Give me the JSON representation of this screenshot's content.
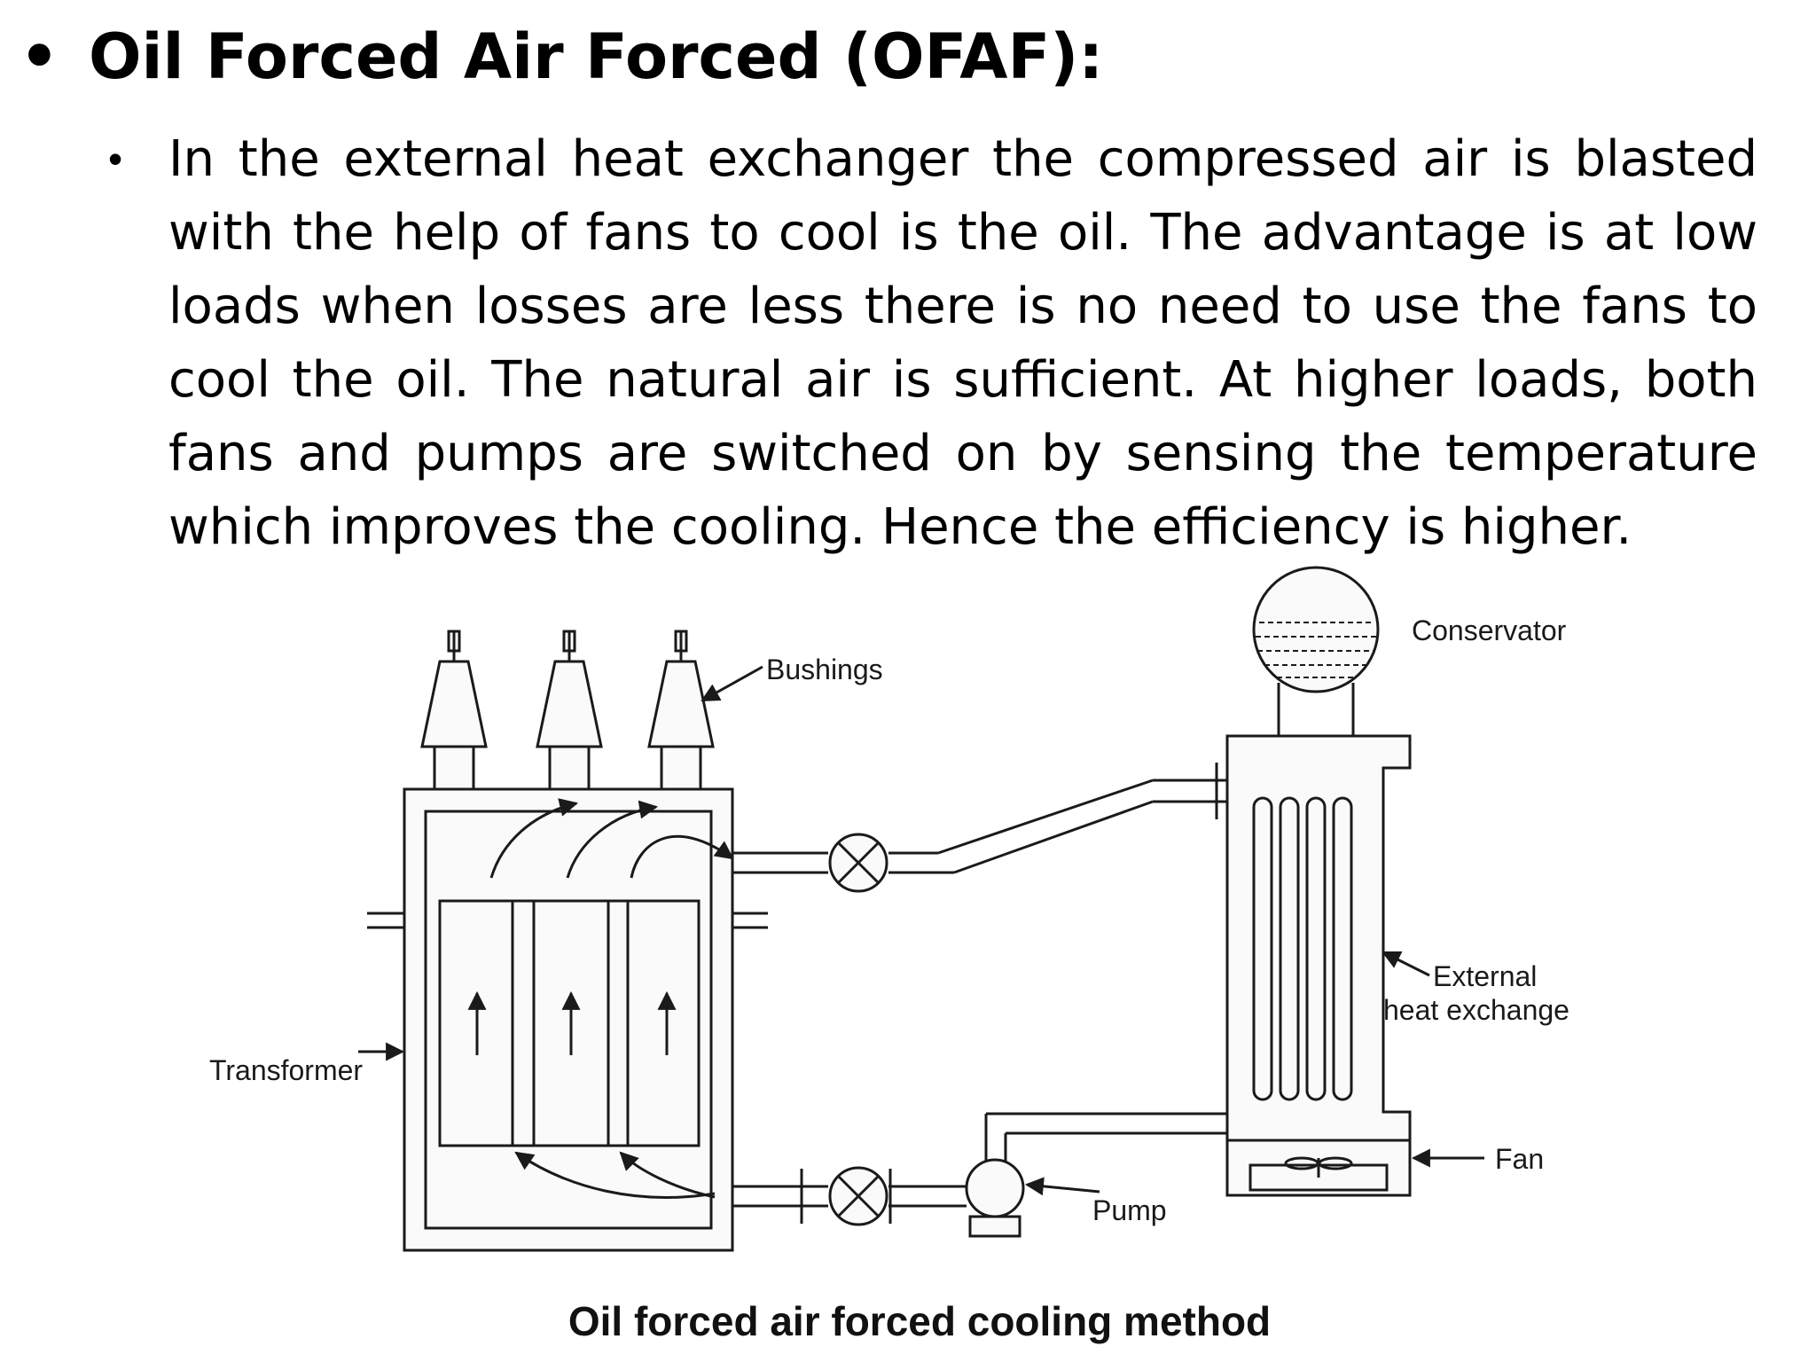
{
  "slide": {
    "bullet_symbol": "•",
    "sub_bullet_symbol": "•",
    "heading": "Oil Forced Air Forced (OFAF):",
    "paragraph": "In the external heat exchanger the compressed air is blasted with the help of fans to cool is the oil. The advantage is at low loads when losses are less there is no need to use the fans to cool the oil. The natural air is sufficient. At higher loads, both fans and pumps are switched on by sensing the temperature which improves the cooling. Hence the efficiency is  higher."
  },
  "diagram": {
    "labels": {
      "bushings": "Bushings",
      "conservator": "Conservator",
      "external_line1": "External",
      "external_line2": "heat exchange",
      "transformer": "Transformer",
      "fan": "Fan",
      "pump": "Pump"
    },
    "caption": "Oil forced air forced cooling method"
  }
}
